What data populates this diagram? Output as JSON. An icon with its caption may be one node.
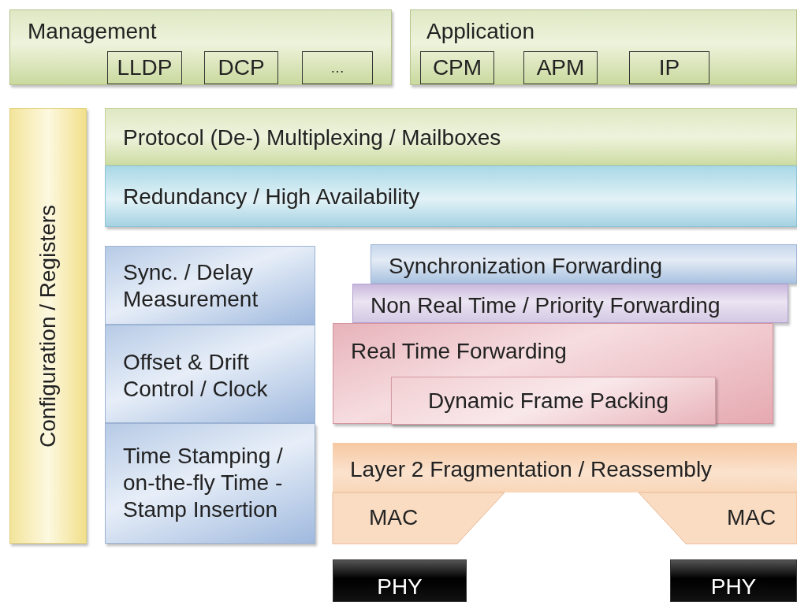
{
  "diagram": {
    "nodes": [
      {
        "text": [
          "Management"
        ]
      },
      {
        "text": [
          "LLDP"
        ],
        "in": 0
      },
      {
        "text": [
          "DCP"
        ],
        "in": 0
      },
      {
        "text": [
          "…"
        ],
        "in": 0
      },
      {
        "text": [
          "Application"
        ]
      },
      {
        "text": [
          "CPM"
        ],
        "in": 4
      },
      {
        "text": [
          "APM"
        ],
        "in": 4
      },
      {
        "text": [
          "IP"
        ],
        "in": 4
      },
      {
        "text": [
          "Configuration / Registers"
        ]
      },
      {
        "text": [
          "Protocol (De-) Multiplexing / Mailboxes"
        ]
      },
      {
        "text": [
          "Redundancy / High Availability"
        ]
      },
      {
        "text": [
          "Sync. / Delay Measurement"
        ]
      },
      {
        "text": [
          "Offset & Drift Control / Clock"
        ]
      },
      {
        "text": [
          "Time Stamping / on-the-fly Time - Stamp Insertion"
        ]
      },
      {
        "text": [
          "Synchronization Forwarding"
        ]
      },
      {
        "text": [
          "Non Real Time / Priority Forwarding"
        ]
      },
      {
        "text": [
          "Real Time Forwarding"
        ]
      },
      {
        "text": [
          "Dynamic Frame Packing"
        ],
        "in": 16
      },
      {
        "text": [
          "Layer 2 Fragmentation / Reassembly"
        ]
      },
      {
        "text": [
          "MAC"
        ]
      },
      {
        "text": [
          "MAC"
        ]
      },
      {
        "text": [
          "PHY"
        ]
      },
      {
        "text": [
          "PHY"
        ]
      }
    ]
  }
}
